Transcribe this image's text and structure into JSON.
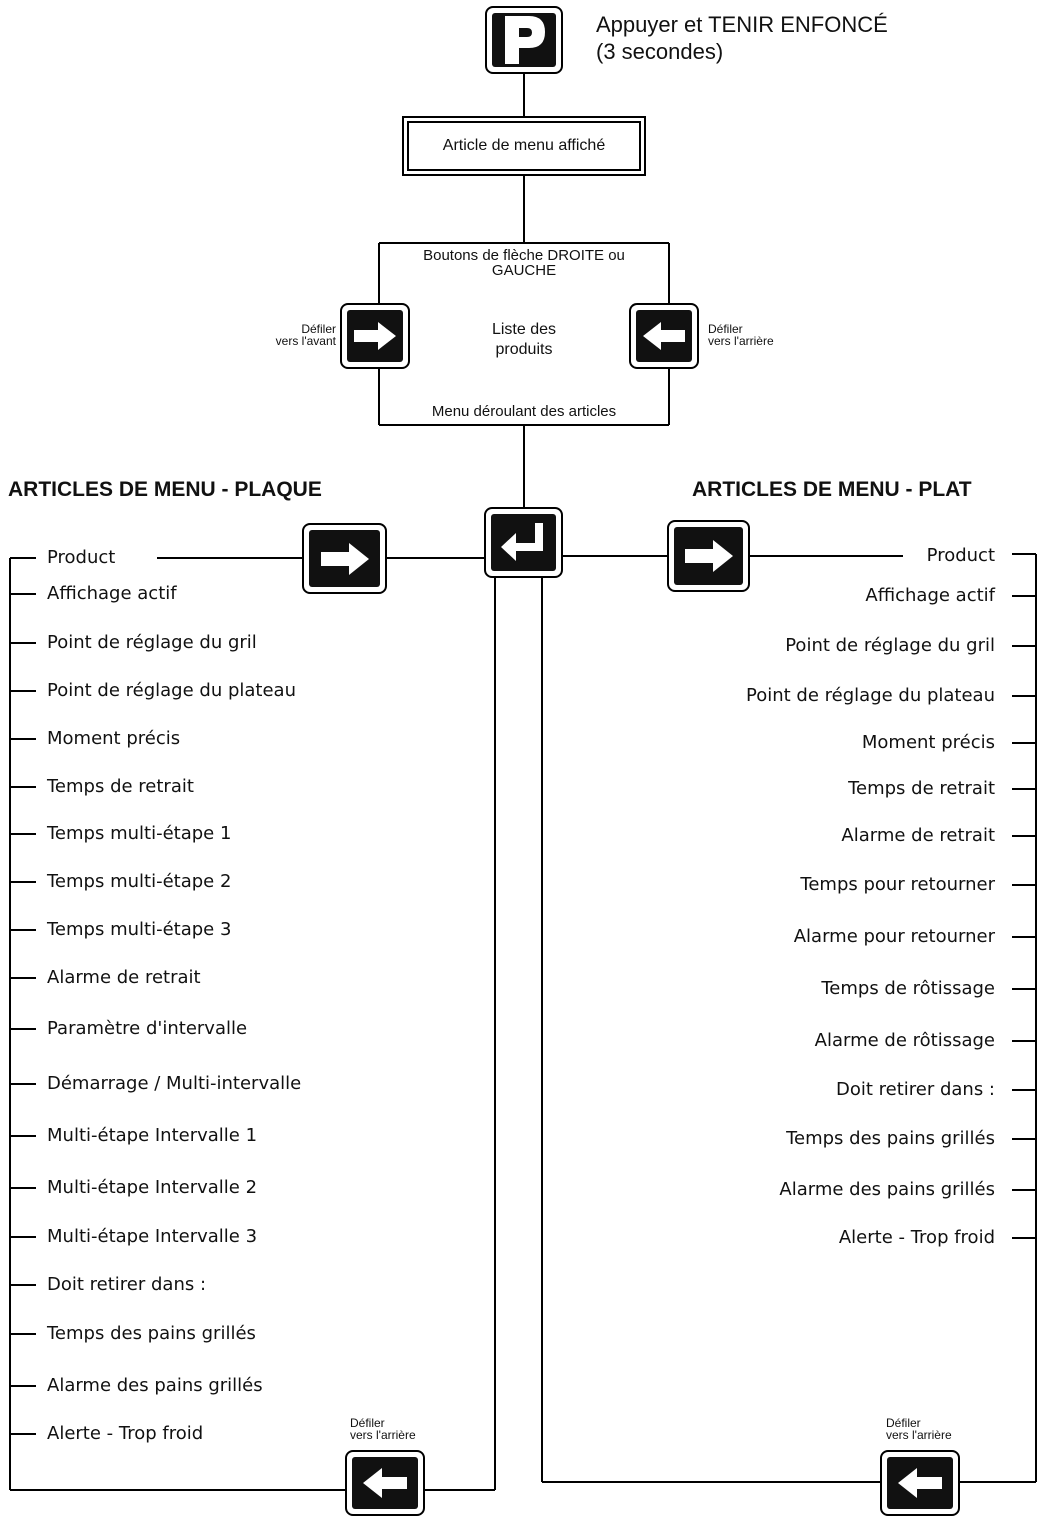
{
  "instruction": {
    "line1": "Appuyer et TENIR ENFONCÉ",
    "line2": "(3 secondes)"
  },
  "menu_displayed_box": "Article de menu affiché",
  "arrow_box": {
    "title_line1": "Boutons de flèche DROITE ou",
    "title_line2": "GAUCHE",
    "center_line1": "Liste des",
    "center_line2": "produits",
    "bottom": "Menu déroulant des articles",
    "forward_line1": "Défiler",
    "forward_line2": "vers l'avant",
    "backward_line1": "Défiler",
    "backward_line2": "vers l'arrière"
  },
  "icons": {
    "program": "program-p-icon",
    "right_arrow": "right-arrow-icon",
    "left_arrow": "left-arrow-icon",
    "enter": "enter-return-icon"
  },
  "left_heading": "ARTICLES DE MENU - PLAQUE",
  "right_heading": "ARTICLES DE MENU - PLAT",
  "left_items": [
    "Product",
    "Affichage actif",
    "Point de réglage du gril",
    "Point de réglage du plateau",
    "Moment précis",
    "Temps de retrait",
    "Temps multi-étape 1",
    "Temps multi-étape 2",
    "Temps multi-étape 3",
    "Alarme de retrait",
    "Paramètre d'intervalle",
    "Démarrage / Multi-intervalle",
    "Multi-étape Intervalle 1",
    "Multi-étape Intervalle 2",
    "Multi-étape Intervalle 3",
    "Doit retirer dans :",
    "Temps des pains grillés",
    "Alarme des pains grillés",
    "Alerte - Trop froid"
  ],
  "right_items": [
    "Product",
    "Affichage actif",
    "Point de réglage du gril",
    "Point de réglage du plateau",
    "Moment précis",
    "Temps de retrait",
    "Alarme de retrait",
    "Temps pour retourner",
    "Alarme pour retourner",
    "Temps de rôtissage",
    "Alarme de rôtissage",
    "Doit retirer dans :",
    "Temps des pains grillés",
    "Alarme des pains grillés",
    "Alerte - Trop froid"
  ],
  "left_back": {
    "line1": "Défiler",
    "line2": "vers l'arrière"
  },
  "right_back": {
    "line1": "Défiler",
    "line2": "vers l'arrière"
  }
}
